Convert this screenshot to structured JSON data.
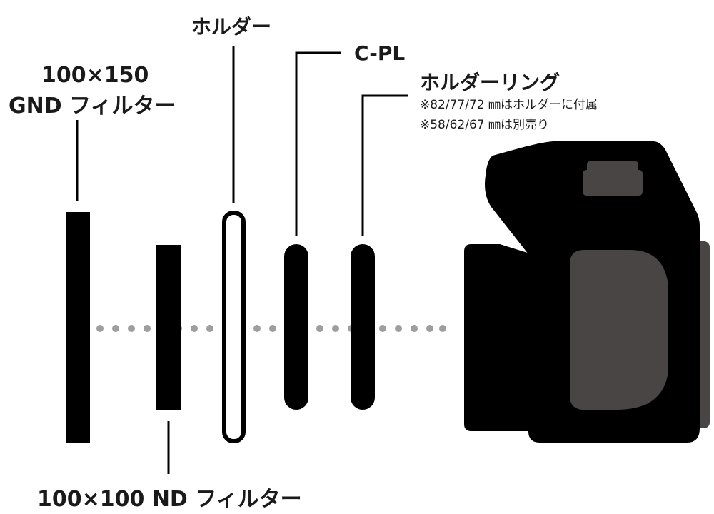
{
  "labels": {
    "gnd_filter_size": "100×150",
    "gnd_filter_name": "GND フィルター",
    "holder": "ホルダー",
    "cpl": "C-PL",
    "holder_ring": "ホルダーリング",
    "holder_ring_note_1": "※82/77/72 ㎜はホルダーに付属",
    "holder_ring_note_2": "※58/62/67 ㎜は別売り",
    "nd_filter": "100×100 ND フィルター"
  },
  "colors": {
    "component_fill": "#000000",
    "camera_body": "#000000",
    "camera_detail": "#4a4545",
    "dotted_axis": "#9e9e9e",
    "holder_inner": "#ffffff"
  }
}
